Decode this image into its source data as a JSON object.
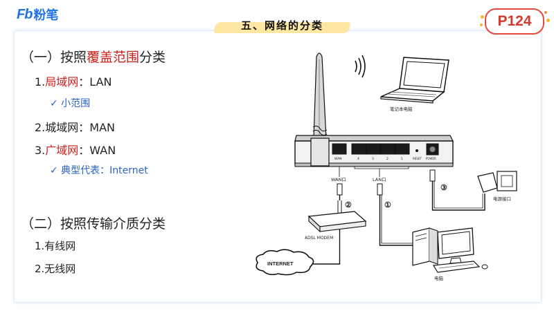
{
  "brand": {
    "logo_mark": "Fb",
    "logo_text": "粉笔"
  },
  "title": "五、网络的分类",
  "page_badge": "P124",
  "colors": {
    "accent_red": "#cc1f1a",
    "accent_blue": "#2a62c9",
    "badge_red": "#e34a3d",
    "title_highlight": "#fde7a3"
  },
  "section1": {
    "heading_prefix": "（一）按照",
    "heading_highlight": "覆盖范围",
    "heading_suffix": "分类",
    "items": [
      {
        "num": "1.",
        "term": "局域网",
        "sep": "：",
        "abbr": "LAN",
        "term_red": true,
        "note": "✓ 小范围"
      },
      {
        "num": "2.",
        "term": "城域网",
        "sep": "：",
        "abbr": "MAN",
        "term_red": false,
        "note": ""
      },
      {
        "num": "3.",
        "term": "广域网",
        "sep": "：",
        "abbr": "WAN",
        "term_red": true,
        "note": "✓ 典型代表：Internet"
      }
    ]
  },
  "section2": {
    "heading": "（二）按照传输介质分类",
    "items": [
      "1.有线网",
      "2.无线网"
    ]
  },
  "diagram": {
    "laptop_label": "笔记本电脑",
    "wan_port_label": "WAN口",
    "lan_port_label": "LAN口",
    "port_labels": [
      "WAN",
      "4",
      "3",
      "2",
      "1",
      "RESET",
      "POWER"
    ],
    "circle_labels": [
      "②",
      "①",
      "③"
    ],
    "modem_label": "ADSL MODEM",
    "internet_label": "INTERNET",
    "power_label": "电源接口",
    "pc_label": "电脑"
  }
}
